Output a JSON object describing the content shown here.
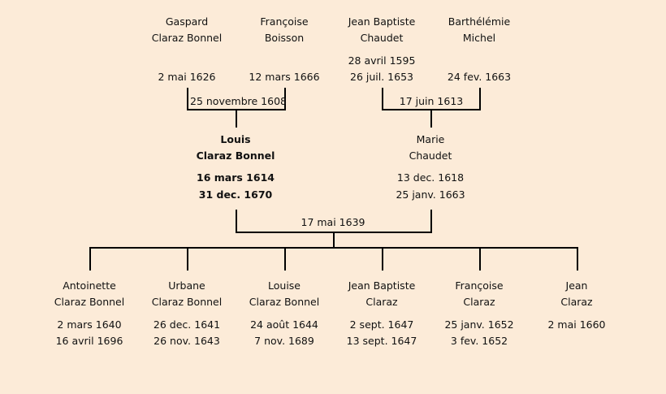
{
  "grandparents": [
    {
      "first": "Gaspard",
      "last": "Claraz Bonnel",
      "birth": "",
      "death": "2 mai 1626"
    },
    {
      "first": "Françoise",
      "last": "Boisson",
      "birth": "",
      "death": "12 mars 1666"
    },
    {
      "first": "Jean Baptiste",
      "last": "Chaudet",
      "birth": "28 avril 1595",
      "death": "26 juil. 1653"
    },
    {
      "first": "Barthélémie",
      "last": "Michel",
      "birth": "",
      "death": "24 fev. 1663"
    }
  ],
  "marriages": {
    "paternal": "25 novembre 1608",
    "maternal": "17 juin 1613",
    "parents": "17 mai 1639"
  },
  "parents": [
    {
      "first": "Louis",
      "last": "Claraz Bonnel",
      "birth": "16 mars 1614",
      "death": "31 dec. 1670"
    },
    {
      "first": "Marie",
      "last": "Chaudet",
      "birth": "13 dec. 1618",
      "death": "25 janv. 1663"
    }
  ],
  "children": [
    {
      "first": "Antoinette",
      "last": "Claraz Bonnel",
      "birth": "2 mars 1640",
      "death": "16 avril 1696"
    },
    {
      "first": "Urbane",
      "last": "Claraz Bonnel",
      "birth": "26 dec. 1641",
      "death": "26 nov. 1643"
    },
    {
      "first": "Louise",
      "last": "Claraz Bonnel",
      "birth": "24 août 1644",
      "death": "7 nov. 1689"
    },
    {
      "first": "Jean Baptiste",
      "last": "Claraz",
      "birth": "2 sept. 1647",
      "death": "13 sept. 1647"
    },
    {
      "first": "Françoise",
      "last": "Claraz",
      "birth": "25 janv. 1652",
      "death": "3 fev. 1652"
    },
    {
      "first": "Jean",
      "last": "Claraz",
      "birth": "2 mai 1660",
      "death": ""
    }
  ]
}
